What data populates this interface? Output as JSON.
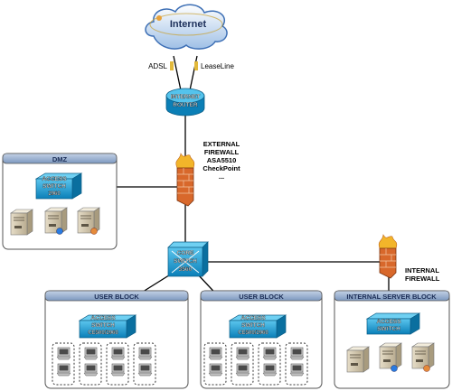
{
  "internet": {
    "label": "Internet"
  },
  "links": {
    "adsl": "ADSL",
    "leaseline": "LeaseLine"
  },
  "router": {
    "line1": "INTERNET",
    "line2": "ROUTER"
  },
  "external_firewall": {
    "line1": "EXTERNAL",
    "line2": "FIREWALL",
    "line3": "ASA5510",
    "line4": "CheckPoint",
    "line5": "..."
  },
  "internal_firewall": {
    "line1": "INTERNAL",
    "line2": "FIREWALL"
  },
  "core_switch": {
    "line1": "CORE",
    "line2": "SWITCH",
    "line3": "3560"
  },
  "dmz": {
    "title": "DMZ",
    "switch_line1": "ACCESS",
    "switch_line2": "SWITCH",
    "switch_line3": "2960"
  },
  "user_block_1": {
    "title": "USER BLOCK",
    "switch_line1": "ACCESS",
    "switch_line2": "SWITCH",
    "switch_line3": "CE500/2960"
  },
  "user_block_2": {
    "title": "USER BLOCK",
    "switch_line1": "ACCESS",
    "switch_line2": "SWITCH",
    "switch_line3": "CE500/2960"
  },
  "server_block": {
    "title": "INTERNAL SERVER BLOCK",
    "switch_line1": "ACCESS",
    "switch_line2": "SWITCH"
  },
  "colors": {
    "block_header": "#6f8fb8",
    "device_blue": "#1aa3d6",
    "firewall": "#d6662a",
    "line": "#000000"
  }
}
